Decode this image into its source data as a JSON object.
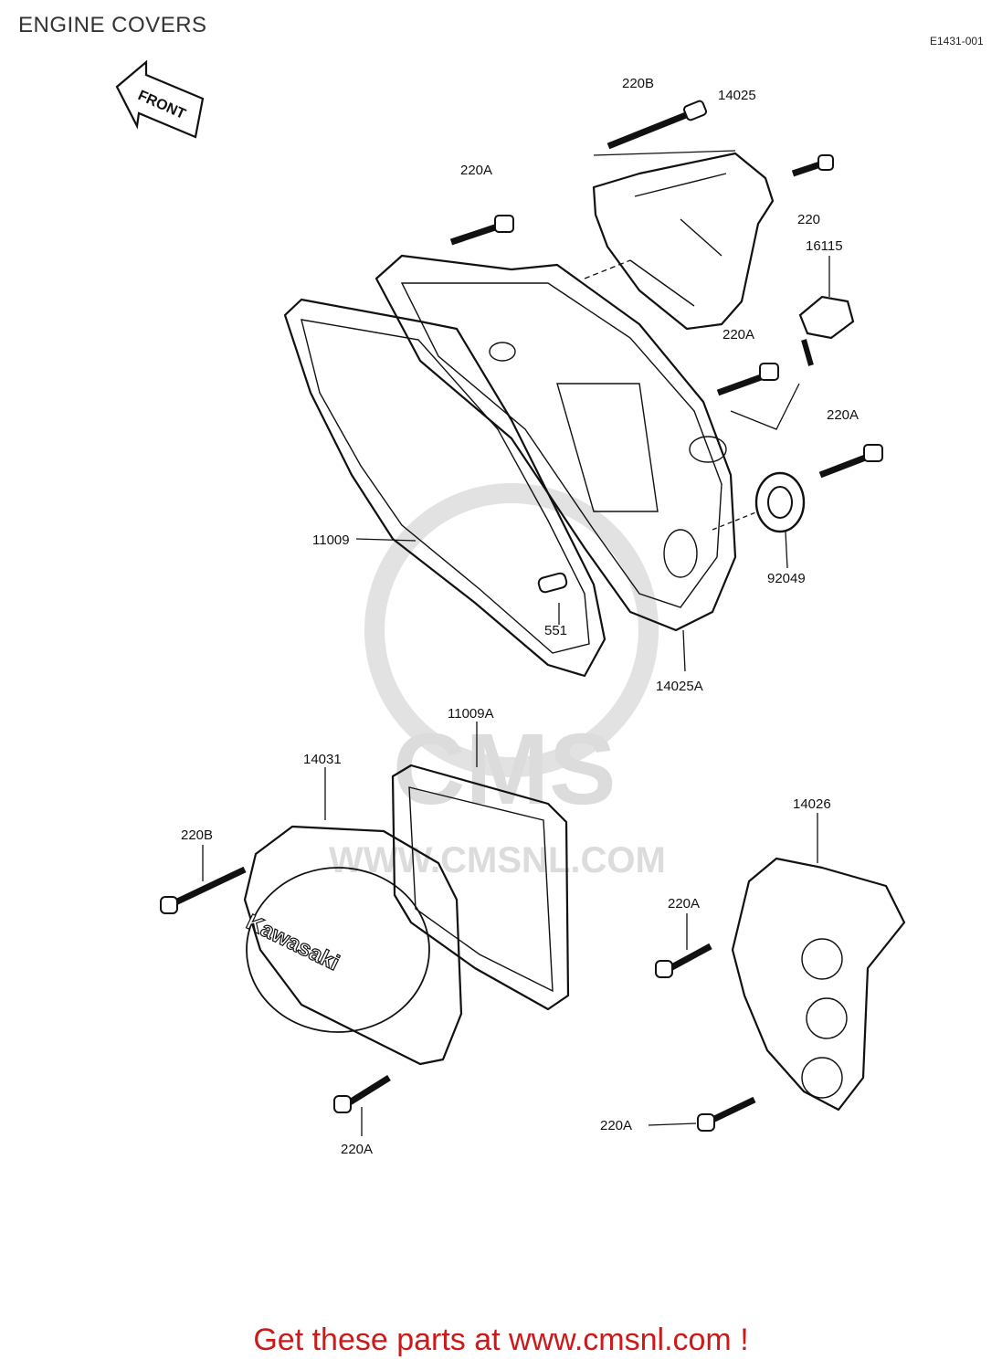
{
  "header": {
    "title": "ENGINE COVERS",
    "ref_code": "E1431-001"
  },
  "direction_arrow": {
    "label": "FRONT"
  },
  "parts": {
    "p220B_top": "220B",
    "p14025": "14025",
    "p220_right": "220",
    "p16115": "16115",
    "p220A_top": "220A",
    "p220A_mid": "220A",
    "p220A_right": "220A",
    "p11009": "11009",
    "p92049": "92049",
    "p551": "551",
    "p14025A": "14025A",
    "p11009A": "11009A",
    "p14031": "14031",
    "p14026": "14026",
    "p220B_left": "220B",
    "p220A_lower_right": "220A",
    "p220A_bottom": "220A",
    "p220A_bottom_right": "220A"
  },
  "cover_logo": "Kawasaki",
  "watermark": {
    "brand": "CMS",
    "url": "WWW.CMSNL.COM"
  },
  "footer": {
    "text": "Get these parts at www.cmsnl.com !"
  }
}
